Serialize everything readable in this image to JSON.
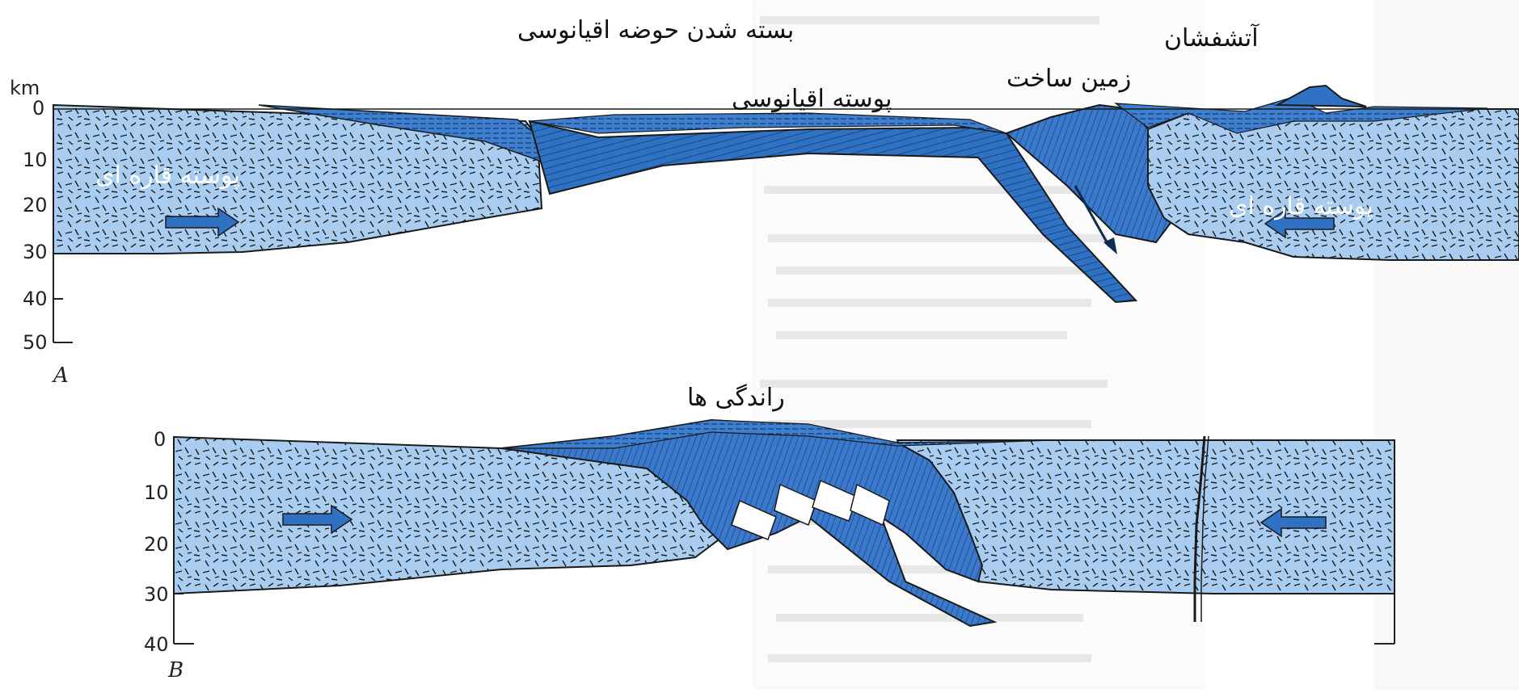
{
  "labels": {
    "closing_basin": "بسته شدن حوضه اقیانوسی",
    "volcano": "آتشفشان",
    "orogen": "زمین ساخت",
    "oceanic_crust": "پوسته اقیانوسی",
    "continental_left": "پوسته قاره ای",
    "continental_right": "پوسته قاره ای",
    "thrusts": "راندگی ها"
  },
  "axis_a": {
    "unit": "km",
    "ticks": [
      "0",
      "10",
      "20",
      "30",
      "40",
      "50"
    ],
    "panel": "A"
  },
  "axis_b": {
    "ticks": [
      "0",
      "10",
      "20",
      "30",
      "40"
    ],
    "panel": "B"
  },
  "colors": {
    "continental": "#a9cdf0",
    "oceanic": "#2f72c4",
    "sediment": "#3f7fd0",
    "outline": "#1a1a1a",
    "background_text": "#d9d9d9"
  }
}
